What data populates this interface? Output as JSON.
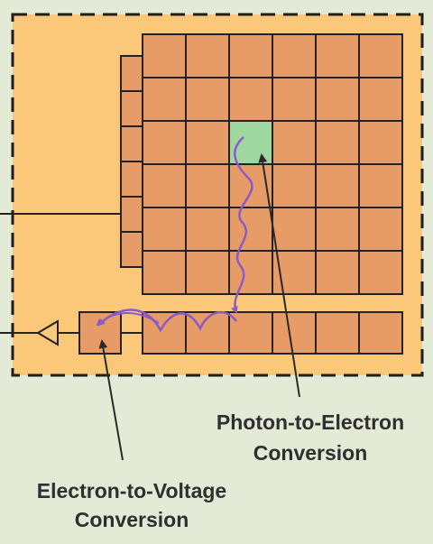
{
  "labels": {
    "photon_line1": "Photon-to-Electron",
    "photon_line2": "Conversion",
    "electron_line1": "Electron-to-Voltage",
    "electron_line2": "Conversion"
  },
  "colors": {
    "background": "#e3ead6",
    "chip_fill": "#fbc779",
    "pixel_fill": "#e79b66",
    "highlight_pixel": "#9ed7a0",
    "grid_stroke": "#222222",
    "charge_path": "#8a5bc7",
    "pointer": "#2a2a2a"
  },
  "diagram": {
    "pixel_rows": 6,
    "pixel_cols": 6,
    "highlighted_pixel": {
      "row": 2,
      "col": 2
    },
    "vertical_register_cells": 6,
    "horizontal_register_cells": 6
  }
}
